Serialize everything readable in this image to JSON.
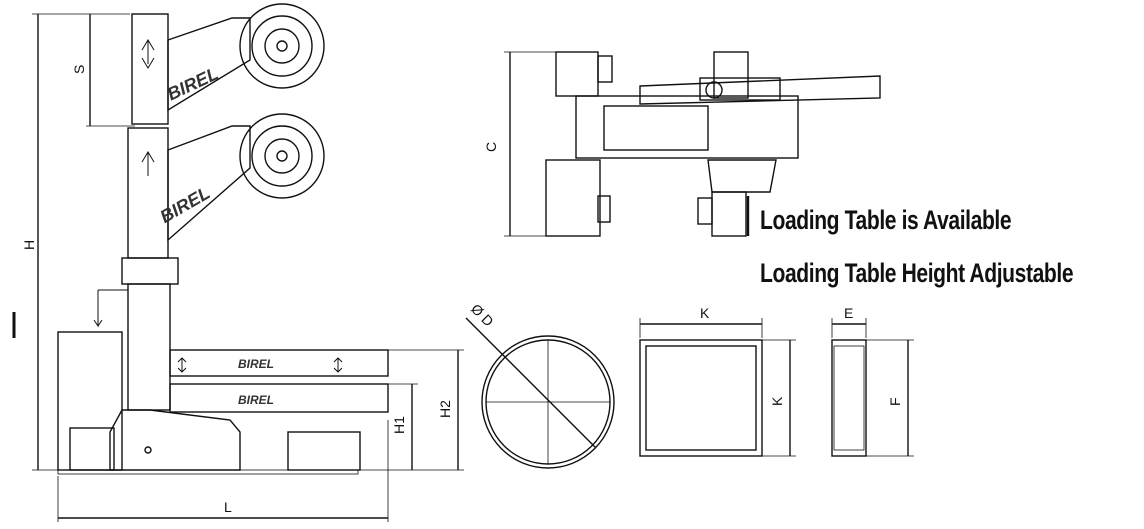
{
  "notes": {
    "table_available": "Loading Table is Available",
    "table_height": "Loading Table Height Adjustable"
  },
  "dimensions": {
    "S": "S",
    "H": "H",
    "L": "L",
    "H1": "H1",
    "H2": "H2",
    "C": "C",
    "D": "Ø D",
    "K_top": "K",
    "K_side": "K",
    "E": "E",
    "F": "F"
  },
  "brand": "BIREL",
  "colors": {
    "line": "#111111",
    "background": "#ffffff"
  }
}
